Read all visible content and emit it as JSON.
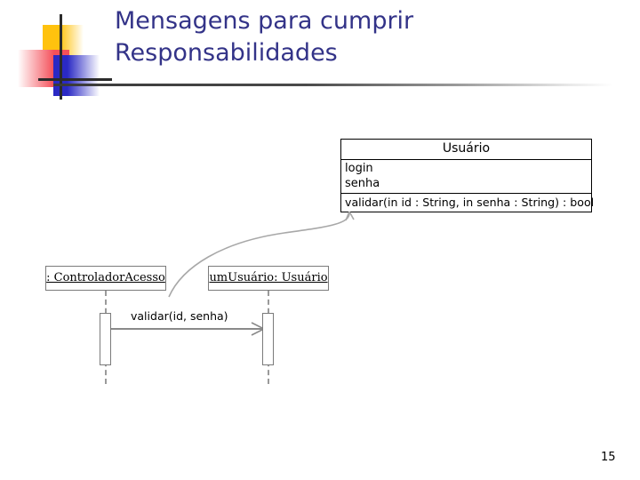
{
  "slide": {
    "title": "Mensagens para cumprir\nResponsabilidades",
    "page_number": "15",
    "title_color": "#333388"
  },
  "class_diagram": {
    "class_name": "Usuário",
    "attributes": "login\nsenha",
    "operations": "validar(in id : String, in senha : String) : bool"
  },
  "sequence_diagram": {
    "lifelines": [
      {
        "label": ": ControladorAcesso"
      },
      {
        "label": "umUsuário: Usuário"
      }
    ],
    "message": "validar(id, senha)"
  }
}
